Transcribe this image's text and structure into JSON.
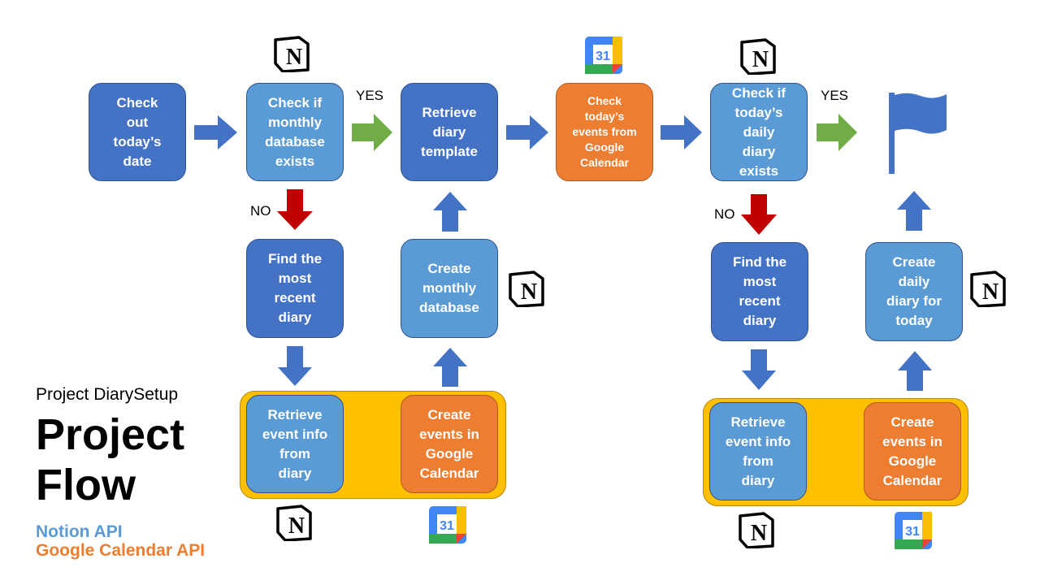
{
  "nodes": {
    "check_date": "Check\nout\ntoday’s\ndate",
    "check_monthly_db": "Check if\nmonthly\ndatabase\nexists",
    "retrieve_template": "Retrieve\ndiary\ntemplate",
    "check_events": "Check\ntoday’s\nevents from\nGoogle\nCalendar",
    "check_daily_diary": "Check if\ntoday’s\ndaily\ndiary\nexists",
    "find_recent_diary_1": "Find the\nmost\nrecent\ndiary",
    "create_monthly_db": "Create\nmonthly\ndatabase",
    "retrieve_event_info_1": "Retrieve\nevent info\nfrom\ndiary",
    "create_events_1": "Create\nevents in\nGoogle\nCalendar",
    "find_recent_diary_2": "Find the\nmost\nrecent\ndiary",
    "create_daily_diary": "Create\ndaily\ndiary for\ntoday",
    "retrieve_event_info_2": "Retrieve\nevent info\nfrom\ndiary",
    "create_events_2": "Create\nevents in\nGoogle\nCalendar"
  },
  "labels": {
    "yes": "YES",
    "no": "NO"
  },
  "icons": {
    "notion": "N",
    "gcal": "31"
  },
  "title_block": {
    "subtitle": "Project DiarySetup",
    "title": "Project\nFlow"
  },
  "legend": {
    "notion": {
      "text": "Notion API",
      "color": "#5b9bd5"
    },
    "gcal": {
      "text": "Google Calendar API",
      "color": "#ed7d31"
    }
  },
  "colors": {
    "blue_arrow": "#4472c4",
    "green_arrow": "#70ad47",
    "red_arrow": "#c00000"
  }
}
